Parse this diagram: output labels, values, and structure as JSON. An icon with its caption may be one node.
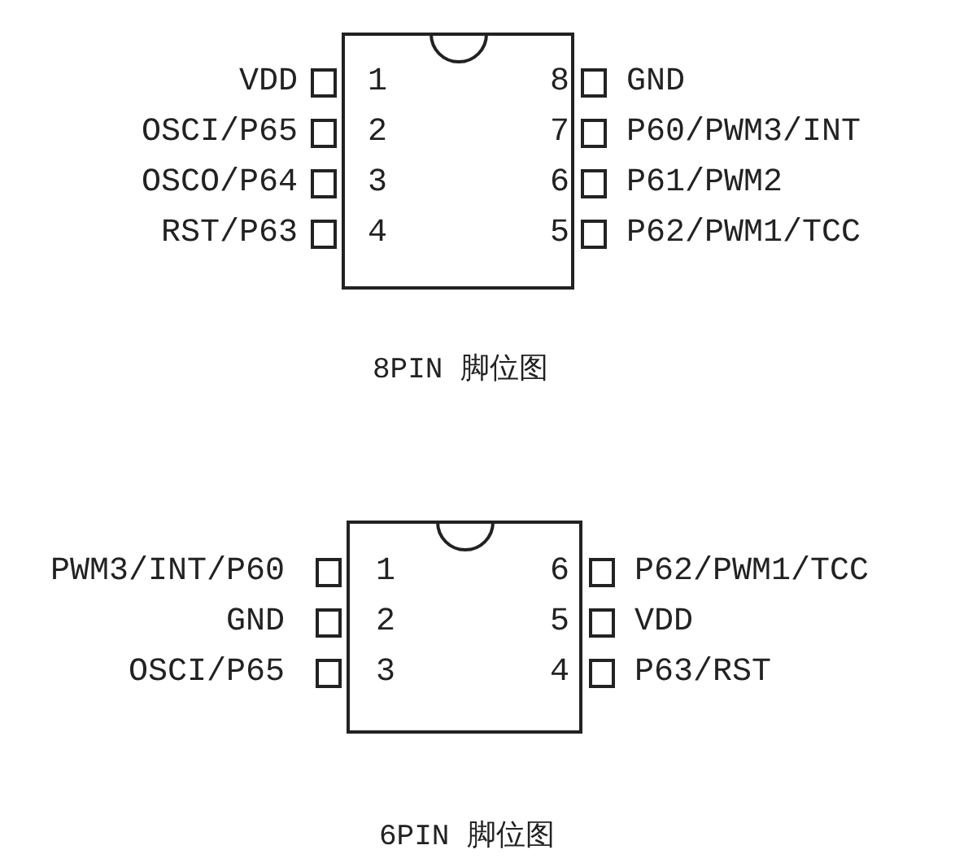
{
  "diagram": {
    "nodes": [
      {
        "text": [
          "1",
          "8",
          "2",
          "7",
          "3",
          "6",
          "4",
          "5"
        ]
      },
      {
        "text": [
          "1",
          "6",
          "2",
          "5",
          "3",
          "4"
        ]
      }
    ],
    "edges": [],
    "labels": [
      "VDD",
      "GND",
      "OSCI/P65",
      "P60/PWM3/INT",
      "OSCO/P64",
      "P61/PWM2",
      "RST/P63",
      "P62/PWM1/TCC",
      "8PIN 脚位图",
      "PWM3/INT/P60",
      "P62/PWM1/TCC",
      "GND",
      "VDD",
      "OSCI/P65",
      "P63/RST",
      "6PIN 脚位图"
    ]
  }
}
